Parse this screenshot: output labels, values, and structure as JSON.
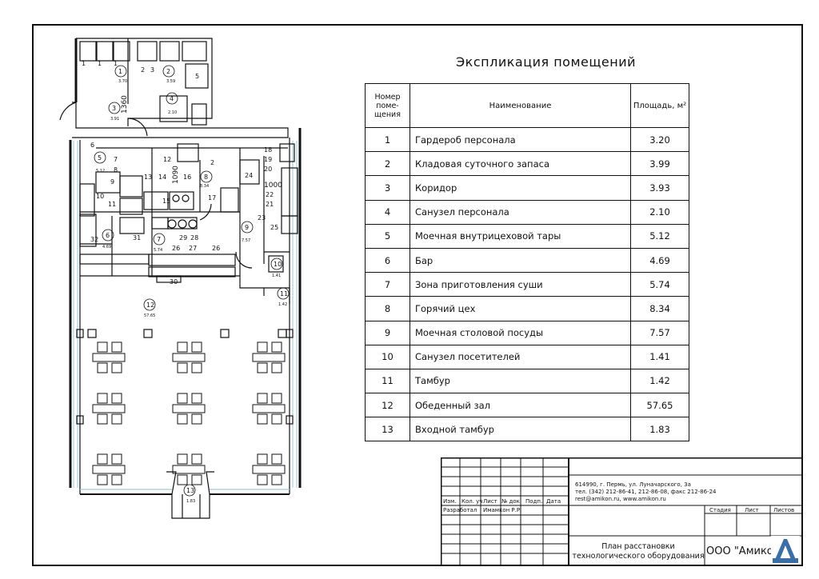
{
  "explication": {
    "title": "Экспликация помещений",
    "headers": {
      "no": "Номер поме-щения",
      "name": "Наименование",
      "area": "Площадь, м²"
    },
    "rows": [
      {
        "no": "1",
        "name": "Гардероб персонала",
        "area": "3.20"
      },
      {
        "no": "2",
        "name": "Кладовая суточного запаса",
        "area": "3.99"
      },
      {
        "no": "3",
        "name": "Коридор",
        "area": "3.93"
      },
      {
        "no": "4",
        "name": "Санузел персонала",
        "area": "2.10"
      },
      {
        "no": "5",
        "name": "Моечная внутрицеховой тары",
        "area": "5.12"
      },
      {
        "no": "6",
        "name": "Бар",
        "area": "4.69"
      },
      {
        "no": "7",
        "name": "Зона приготовления суши",
        "area": "5.74"
      },
      {
        "no": "8",
        "name": "Горячий цех",
        "area": "8.34"
      },
      {
        "no": "9",
        "name": "Моечная столовой посуды",
        "area": "7.57"
      },
      {
        "no": "10",
        "name": "Санузел посетителей",
        "area": "1.41"
      },
      {
        "no": "11",
        "name": "Тамбур",
        "area": "1.42"
      },
      {
        "no": "12",
        "name": "Обеденный зал",
        "area": "57.65"
      },
      {
        "no": "13",
        "name": "Входной тамбур",
        "area": "1.83"
      }
    ]
  },
  "stamp": {
    "address_line1": "614990, г. Пермь, ул. Луначарского, 3а",
    "address_line2": "тел. (342) 212-86-41, 212-86-08, факс 212-86-24",
    "address_line3": "rest@amikon.ru, www.amikon.ru",
    "cols": [
      "Изм.",
      "Кол. уч",
      "Лист",
      "№ док.",
      "Подп.",
      "Дата"
    ],
    "developed_label": "Разработал",
    "developer": "Имамкон Р.Р.",
    "stage_label": "Стадия",
    "sheet_label": "Лист",
    "sheets_label": "Листов",
    "title_line1": "План расстановки",
    "title_line2": "технологического оборудования",
    "org": "ООО \"Амикон\""
  },
  "plan": {
    "room_labels": [
      {
        "n": "1",
        "a": "3.70"
      },
      {
        "n": "2",
        "a": "3.59"
      },
      {
        "n": "3",
        "a": "3.91"
      },
      {
        "n": "4",
        "a": "2.10"
      },
      {
        "n": "5",
        "a": "5.12"
      },
      {
        "n": "6",
        "a": "4.69"
      },
      {
        "n": "7",
        "a": "5.74"
      },
      {
        "n": "8",
        "a": "8.34"
      },
      {
        "n": "9",
        "a": "7.57"
      },
      {
        "n": "10",
        "a": "1.41"
      },
      {
        "n": "11",
        "a": "1.42"
      },
      {
        "n": "12",
        "a": "57.65"
      },
      {
        "n": "13",
        "a": "1.83"
      }
    ],
    "dimensions": [
      "1360",
      "1090",
      "1000"
    ],
    "equipment_numbers": [
      "1",
      "1",
      "1",
      "2",
      "3",
      "5",
      "6",
      "7",
      "8",
      "9",
      "10",
      "11",
      "12",
      "13",
      "14",
      "15",
      "16",
      "17",
      "18",
      "19",
      "20",
      "21",
      "22",
      "23",
      "24",
      "25",
      "26",
      "27",
      "28",
      "29",
      "30",
      "31",
      "32",
      "2",
      "4",
      "7",
      "26"
    ]
  }
}
